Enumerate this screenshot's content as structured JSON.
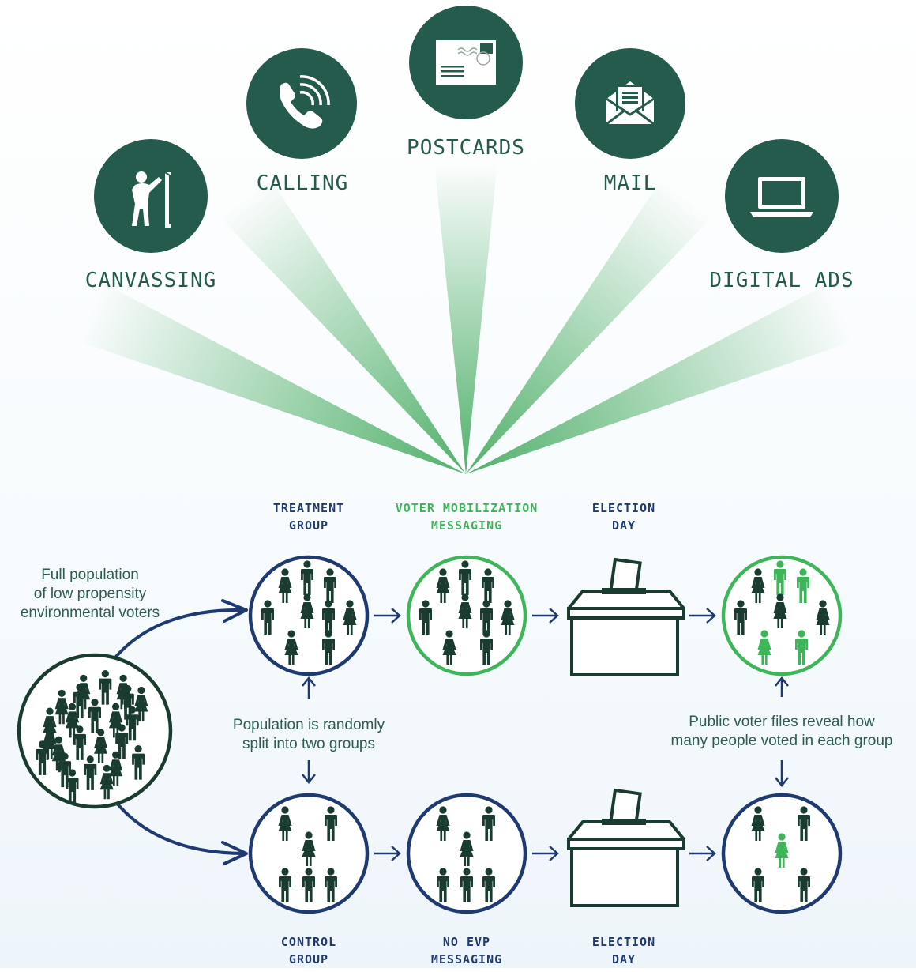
{
  "channels": [
    {
      "label": "CANVASSING",
      "icon": "canvassing-door-knock-icon"
    },
    {
      "label": "CALLING",
      "icon": "phone-call-icon"
    },
    {
      "label": "POSTCARDS",
      "icon": "postcard-icon"
    },
    {
      "label": "MAIL",
      "icon": "mail-envelope-icon"
    },
    {
      "label": "DIGITAL ADS",
      "icon": "laptop-icon"
    }
  ],
  "treatment_labels": {
    "group": [
      "TREATMENT",
      "GROUP"
    ],
    "messaging": [
      "VOTER MOBILIZATION",
      "MESSAGING"
    ],
    "election": [
      "ELECTION",
      "DAY"
    ]
  },
  "control_labels": {
    "group": [
      "CONTROL",
      "GROUP"
    ],
    "messaging": [
      "NO EVP",
      "MESSAGING"
    ],
    "election": [
      "ELECTION",
      "DAY"
    ]
  },
  "notes": {
    "population": [
      "Full population",
      "of low propensity",
      "environmental voters"
    ],
    "split": [
      "Population is randomly",
      "split into two groups"
    ],
    "voter_files": [
      "Public voter files reveal how",
      "many people voted in each group"
    ]
  },
  "colors": {
    "dark_green": "#245b4d",
    "navy": "#1e3a70",
    "bright_green": "#3fb55a",
    "figure": "#1a3b2f",
    "ray": "#3fa85a"
  },
  "people_counts": {
    "population": 24,
    "treatment_group": 10,
    "treatment_messaging": 10,
    "treatment_result_total": 8,
    "treatment_result_voted": 4,
    "control_group": 6,
    "control_messaging": 6,
    "control_result_total": 5,
    "control_result_voted": 1
  }
}
